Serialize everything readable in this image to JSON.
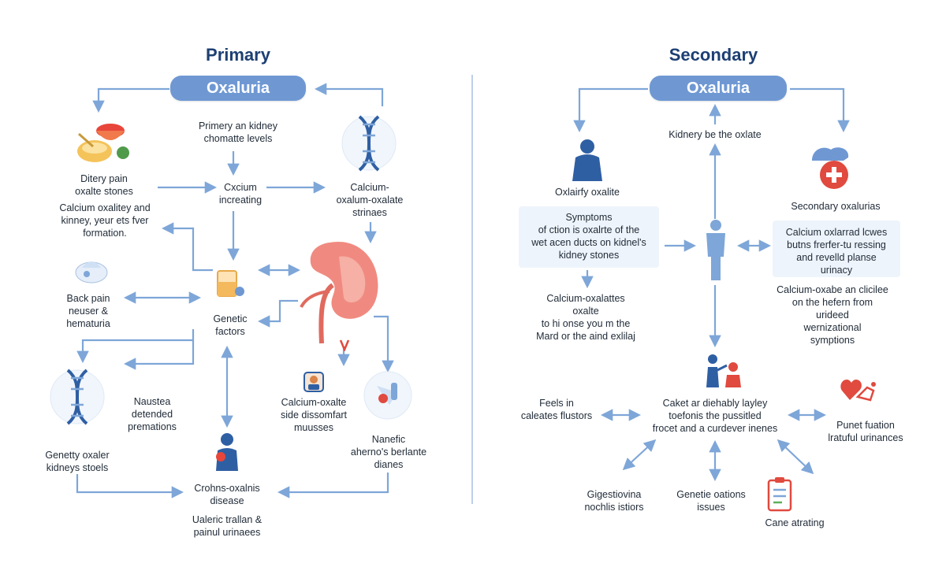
{
  "primary": {
    "heading": "Primary",
    "pill": "Oxaluria",
    "labels": {
      "kidney_levels": "Primery an kidney\nchomatte levels",
      "dietary": "Ditery pain\noxalte stones",
      "calcium_kidney": "Calcium oxalitey and\nkinney, yeur ets fver\nformation.",
      "calcium_increasing": "Cxcium\nincreating",
      "calcium_oxalate_strings": "Calcium-\noxalum-oxalate\nstrinaes",
      "back_pain": "Back pain\nneuser &\nhematuria",
      "genetic_factors": "Genetic\nfactors",
      "nausea": "Naustea\ndetended\npremations",
      "calcium_side": "Calcium-oxalte\nside dissomfart\nmuusses",
      "nanefic": "Nanefic\naherno's berlante\ndianes",
      "genetic_oxaler": "Genetty oxaler\nkidneys stoels",
      "crohns": "Crohns-oxalnis\ndisease",
      "uleric": "Ualeric trallan &\npainul urinaees"
    }
  },
  "secondary": {
    "heading": "Secondary",
    "pill": "Oxaluria",
    "labels": {
      "kidney_oxlate": "Kidnery be the oxlate",
      "oxlairfy": "Oxlairfy oxalite",
      "secondary_oxalurias": "Secondary oxalurias",
      "symptoms": "Symptoms\nof ction is oxalrte of the\nwet acen ducts on kidnel's\nkidney stones",
      "calcium_oxlarrad": "Calcium oxlarrad lcwes\nbutns frerfer-tu ressing\nand revelld planse\nurinacy",
      "calcium_oxalattes": "Calcium-oxalattes\noxalte\nto hi onse you m the\nMard or the aind exlilaj",
      "calcium_oxabe": "Calcium-oxabe an clicilee\non the hefern from\nurideed\nwernizational\nsymptions",
      "feels": "Feels in\ncaleates flustors",
      "caket": "Caket ar diehably layley\ntoefonis the pussitled\nfrocet and a curdever inenes",
      "punet": "Punet fuation\nlratuful urinances",
      "gigestiovina": "Gigestiovina\nnochlis istiors",
      "genetie": "Genetie oations\nissues",
      "cane": "Cane atrating"
    }
  },
  "colors": {
    "accent": "#6f98d3",
    "arrow": "#7ea6d8",
    "heading": "#1d3f73",
    "dna": "#2f5fa3",
    "kidney": "#ef7b72",
    "red": "#e04a3f"
  },
  "icons": [
    "food-bowl-icon",
    "dna-icon",
    "kidney-icon",
    "pill-bag-icon",
    "test-tube-icon",
    "doctor-icon",
    "scan-icon",
    "person-icon",
    "medical-cross-icon",
    "consult-icon",
    "heart-icon",
    "clipboard-icon"
  ]
}
